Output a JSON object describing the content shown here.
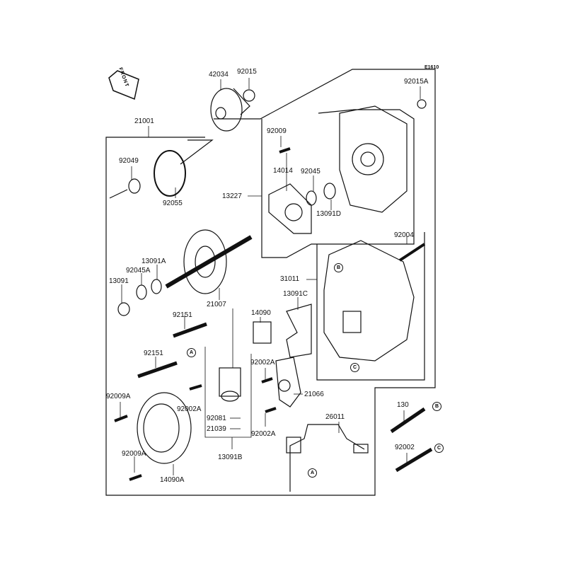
{
  "diagram": {
    "code": "E1610",
    "front_label": "FRONT",
    "labels": {
      "p42034": "42034",
      "p92015": "92015",
      "p21001": "21001",
      "p92049": "92049",
      "p92055": "92055",
      "p92015A": "92015A",
      "p92009": "92009",
      "p14014": "14014",
      "p92045": "92045",
      "p13227": "13227",
      "p13091D": "13091D",
      "p92004": "92004",
      "p13091A": "13091A",
      "p92045A": "92045A",
      "p13091": "13091",
      "p21007": "21007",
      "p31011": "31011",
      "p13091C": "13091C",
      "p14090": "14090",
      "p92151a": "92151",
      "p92151b": "92151",
      "p92002Aa": "92002A",
      "p92002Ab": "92002A",
      "p92002Ac": "92002A",
      "p21066": "21066",
      "p92009Aa": "92009A",
      "p92009Ab": "92009A",
      "p92081": "92081",
      "p21039": "21039",
      "p13091B": "13091B",
      "p14090A": "14090A",
      "p26011": "26011",
      "p130": "130",
      "p92002": "92002"
    },
    "refs": {
      "A": "A",
      "B": "B",
      "C": "C"
    }
  }
}
